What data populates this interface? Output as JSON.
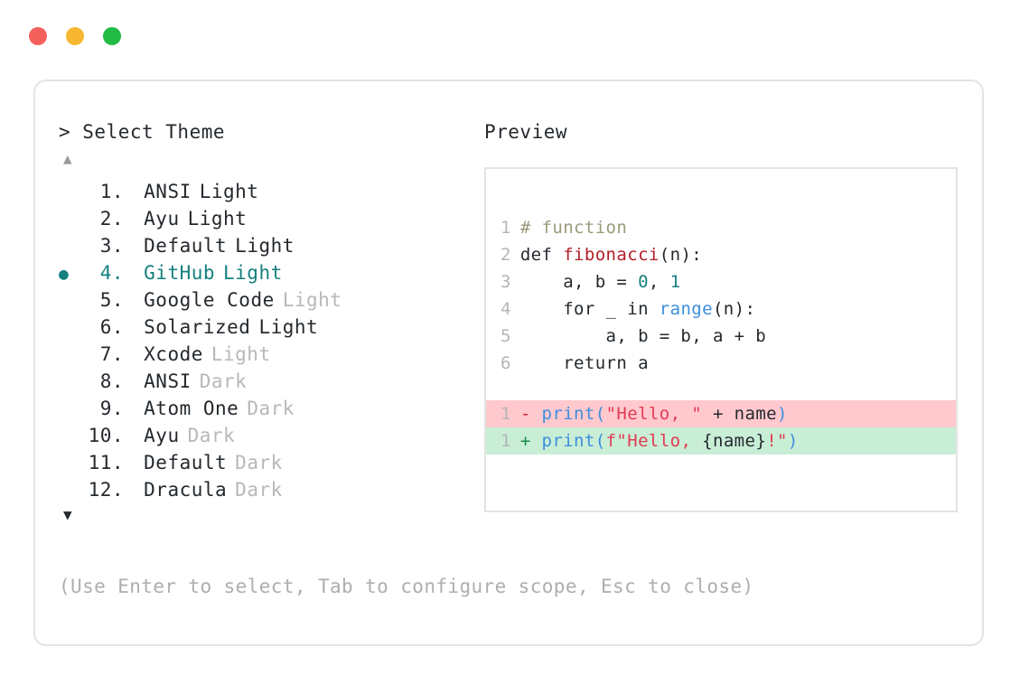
{
  "window": {
    "dots": [
      {
        "name": "close",
        "color": "#f4615c"
      },
      {
        "name": "minimize",
        "color": "#f7b731"
      },
      {
        "name": "maximize",
        "color": "#22bb44"
      }
    ]
  },
  "prompt": {
    "text": "> Select Theme",
    "scroll_up": "▲",
    "scroll_down": "▼"
  },
  "themes": {
    "selected_index": 4,
    "selected_color": "#16807f",
    "bullet": "●",
    "items": [
      {
        "num": "1.",
        "name": "ANSI",
        "tag": "Light",
        "tag_strong": true,
        "bullet": "",
        "selected": false
      },
      {
        "num": "2.",
        "name": "Ayu",
        "tag": "Light",
        "tag_strong": true,
        "bullet": "",
        "selected": false
      },
      {
        "num": "3.",
        "name": "Default",
        "tag": "Light",
        "tag_strong": true,
        "bullet": "",
        "selected": false
      },
      {
        "num": "4.",
        "name": "GitHub",
        "tag": "Light",
        "tag_strong": true,
        "bullet": "●",
        "selected": true
      },
      {
        "num": "5.",
        "name": "Google Code",
        "tag": "Light",
        "tag_strong": false,
        "bullet": "",
        "selected": false
      },
      {
        "num": "6.",
        "name": "Solarized",
        "tag": "Light",
        "tag_strong": true,
        "bullet": "",
        "selected": false
      },
      {
        "num": "7.",
        "name": "Xcode",
        "tag": "Light",
        "tag_strong": false,
        "bullet": "",
        "selected": false
      },
      {
        "num": "8.",
        "name": "ANSI",
        "tag": "Dark",
        "tag_strong": false,
        "bullet": "",
        "selected": false
      },
      {
        "num": "9.",
        "name": "Atom One",
        "tag": "Dark",
        "tag_strong": false,
        "bullet": "",
        "selected": false
      },
      {
        "num": "10.",
        "name": "Ayu",
        "tag": "Dark",
        "tag_strong": false,
        "bullet": "",
        "selected": false
      },
      {
        "num": "11.",
        "name": "Default",
        "tag": "Dark",
        "tag_strong": false,
        "bullet": "",
        "selected": false
      },
      {
        "num": "12.",
        "name": "Dracula",
        "tag": "Dark",
        "tag_strong": false,
        "bullet": "",
        "selected": false
      }
    ]
  },
  "hint": {
    "text": "(Use Enter to select, Tab to configure scope, Esc to close)"
  },
  "preview": {
    "label": "Preview",
    "code": {
      "lines": [
        {
          "gutter": "1",
          "tokens": [
            {
              "t": "# function",
              "c": "tok-comment"
            }
          ]
        },
        {
          "gutter": "2",
          "tokens": [
            {
              "t": "def ",
              "c": "tok-plain"
            },
            {
              "t": "fibonacci",
              "c": "tok-func"
            },
            {
              "t": "(n):",
              "c": "tok-plain"
            }
          ]
        },
        {
          "gutter": "3",
          "tokens": [
            {
              "t": "    a, b = ",
              "c": "tok-plain"
            },
            {
              "t": "0",
              "c": "tok-num"
            },
            {
              "t": ", ",
              "c": "tok-plain"
            },
            {
              "t": "1",
              "c": "tok-num"
            }
          ]
        },
        {
          "gutter": "4",
          "tokens": [
            {
              "t": "    for _ in ",
              "c": "tok-plain"
            },
            {
              "t": "range",
              "c": "tok-builtin"
            },
            {
              "t": "(n):",
              "c": "tok-plain"
            }
          ]
        },
        {
          "gutter": "5",
          "tokens": [
            {
              "t": "        a, b = b, a + b",
              "c": "tok-plain"
            }
          ]
        },
        {
          "gutter": "6",
          "tokens": [
            {
              "t": "    return a",
              "c": "tok-plain"
            }
          ]
        }
      ],
      "diff": [
        {
          "kind": "del",
          "gutter": "1",
          "sign": "-",
          "tokens": [
            {
              "t": "print",
              "c": "tok-call"
            },
            {
              "t": "(",
              "c": "tok-call"
            },
            {
              "t": "\"Hello, \"",
              "c": "tok-str"
            },
            {
              "t": " + name",
              "c": "tok-plain"
            },
            {
              "t": ")",
              "c": "tok-call"
            }
          ]
        },
        {
          "kind": "add",
          "gutter": "1",
          "sign": "+",
          "tokens": [
            {
              "t": "print",
              "c": "tok-call"
            },
            {
              "t": "(",
              "c": "tok-call"
            },
            {
              "t": "f\"Hello, ",
              "c": "tok-str"
            },
            {
              "t": "{name}",
              "c": "tok-plain"
            },
            {
              "t": "!\"",
              "c": "tok-str"
            },
            {
              "t": ")",
              "c": "tok-call"
            }
          ]
        }
      ]
    }
  }
}
